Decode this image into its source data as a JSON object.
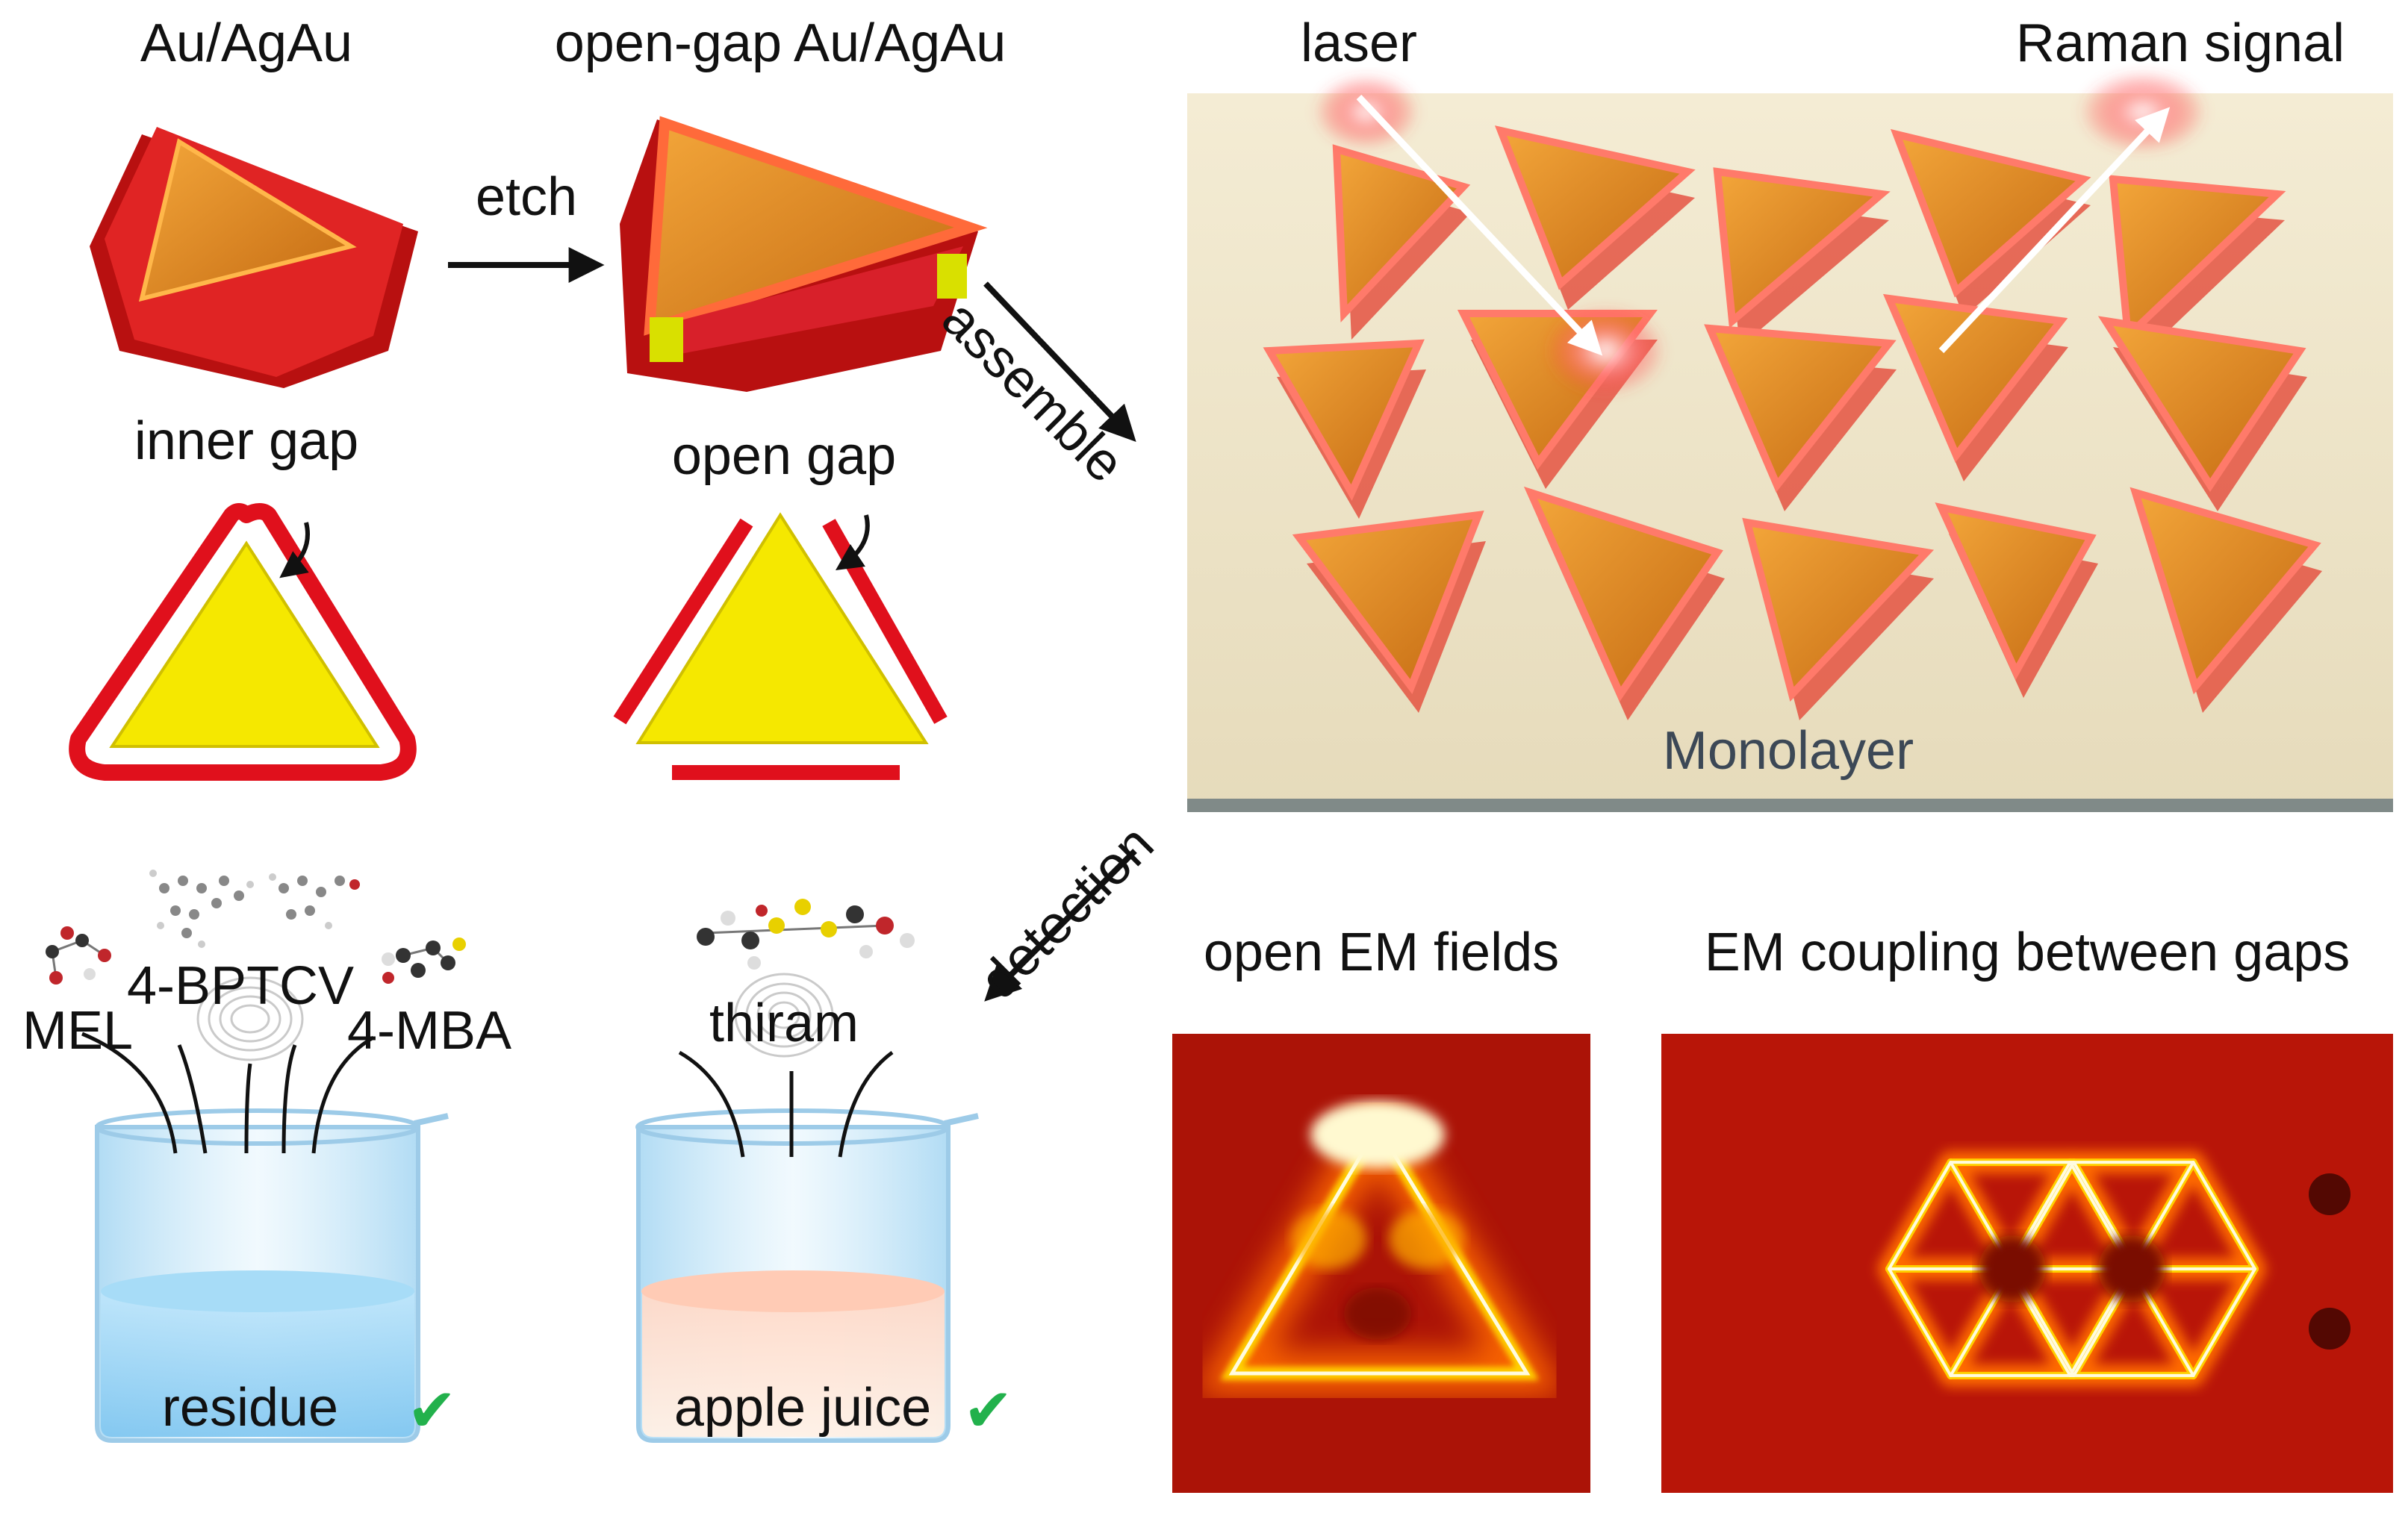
{
  "titles": {
    "au_agau": "Au/AgAu",
    "open_gap_au_agau": "open-gap Au/AgAu"
  },
  "process": {
    "etch": "etch",
    "assemble": "assemble",
    "detection": "detection"
  },
  "gaps": {
    "inner_gap": "inner gap",
    "open_gap": "open gap"
  },
  "monolayer_panel": {
    "laser": "laser",
    "raman_signal": "Raman signal",
    "monolayer": "Monolayer"
  },
  "molecules": {
    "mel": "MEL",
    "bptcv": "4-BPTCV",
    "mba": "4-MBA",
    "thiram": "thiram"
  },
  "beakers": {
    "residue": "residue",
    "apple_juice": "apple juice"
  },
  "field_maps": {
    "open_em_fields": "open EM fields",
    "em_coupling": "EM coupling between gaps"
  },
  "colors": {
    "gold": "#d9861e",
    "silver_shell": "#e02020",
    "inner_triangle": "#f2e200",
    "check": "#22b14c",
    "field_bg": "#b81508",
    "substrate": "#eee4c7"
  },
  "icons": {
    "check": "✔"
  }
}
